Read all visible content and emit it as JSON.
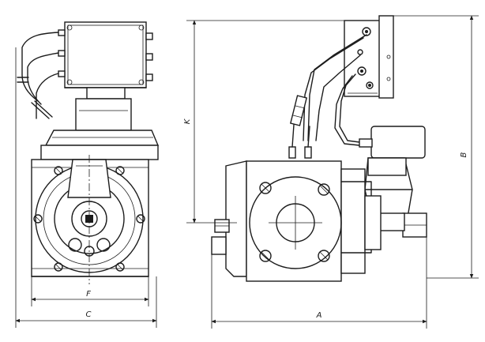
{
  "labels": {
    "F": "F",
    "C": "C",
    "A": "A",
    "B": "B",
    "K": "K"
  }
}
